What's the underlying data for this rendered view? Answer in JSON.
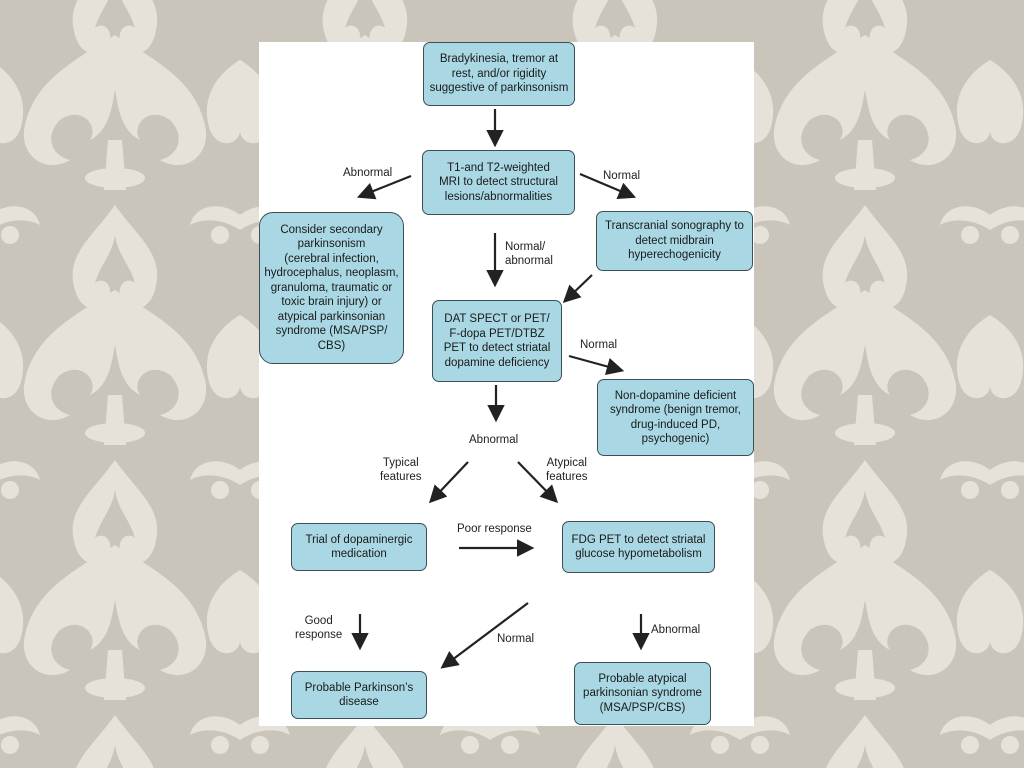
{
  "background": {
    "color": "#c9c5bb",
    "pattern_color": "#e9e6dd",
    "pattern": "damask-wallpaper"
  },
  "flowchart": {
    "box_color": "#a9d8e4",
    "border_color": "#3b4f56",
    "nodes": {
      "start": "Bradykinesia, tremor at\nrest, and/or rigidity\nsuggestive of parkinsonism",
      "mri": "T1-and T2-weighted\nMRI to detect structural\nlesions/abnormalities",
      "secondary": "Consider secondary\nparkinsonism\n(cerebral infection,\nhydrocephalus, neoplasm,\ngranuloma, traumatic or\ntoxic brain injury) or\natypical parkinsonian\nsyndrome (MSA/PSP/\nCBS)",
      "sonography": "Transcranial sonography to\ndetect midbrain\nhyperechogenicity",
      "dat": "DAT SPECT or PET/\nF-dopa PET/DTBZ\nPET to detect striatal\ndopamine deficiency",
      "non_dopamine": "Non-dopamine deficient\nsyndrome (benign tremor,\ndrug-induced PD,\npsychogenic)",
      "trial": "Trial of dopaminergic\nmedication",
      "fdg": "FDG PET to detect striatal\nglucose hypometabolism",
      "parkinsons": "Probable Parkinson’s\ndisease",
      "atypical": "Probable atypical\nparkinsonian syndrome\n(MSA/PSP/CBS)"
    },
    "labels": {
      "abnormal_mri": "Abnormal",
      "normal_mri": "Normal",
      "normal_abnormal": "Normal/\nabnormal",
      "normal_dat": "Normal",
      "abnormal_dat": "Abnormal",
      "typical": "Typical\nfeatures",
      "atypical": "Atypical\nfeatures",
      "poor_response": "Poor response",
      "good_response": "Good\nresponse",
      "normal_fdg": "Normal",
      "abnormal_fdg": "Abnormal"
    }
  }
}
